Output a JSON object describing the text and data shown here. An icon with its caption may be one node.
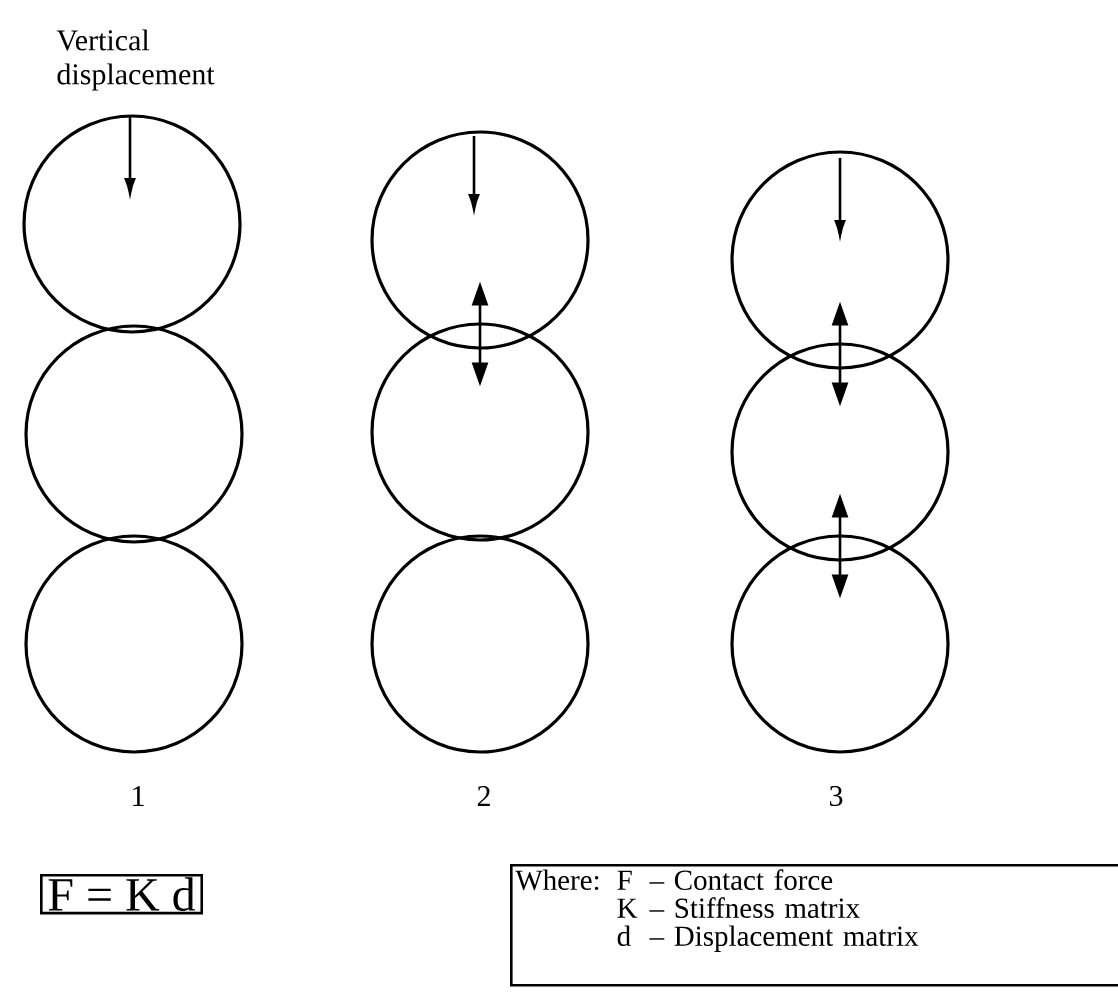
{
  "diagram": {
    "nodes": [
      {
        "text": [],
        "shape": "circle"
      },
      {
        "text": [],
        "shape": "circle"
      },
      {
        "text": [],
        "shape": "circle"
      },
      {
        "text": [],
        "shape": "circle"
      },
      {
        "text": [],
        "shape": "circle"
      },
      {
        "text": [],
        "shape": "circle"
      },
      {
        "text": [],
        "shape": "circle"
      },
      {
        "text": [],
        "shape": "circle"
      },
      {
        "text": [],
        "shape": "circle"
      },
      {
        "text": [
          "F = K d"
        ]
      },
      {
        "text": [
          "Where:",
          "F",
          "– Contact force",
          "K",
          "– Stiffness matrix",
          "d",
          "– Displacement matrix"
        ]
      }
    ],
    "edges": [
      {
        "from": 1,
        "to": 4,
        "arrow": "both"
      },
      {
        "from": 2,
        "to": 5,
        "arrow": "both"
      },
      {
        "from": 5,
        "to": 8,
        "arrow": "both"
      }
    ],
    "labels": [
      "Vertical displacement",
      "1",
      "2",
      "3"
    ]
  }
}
